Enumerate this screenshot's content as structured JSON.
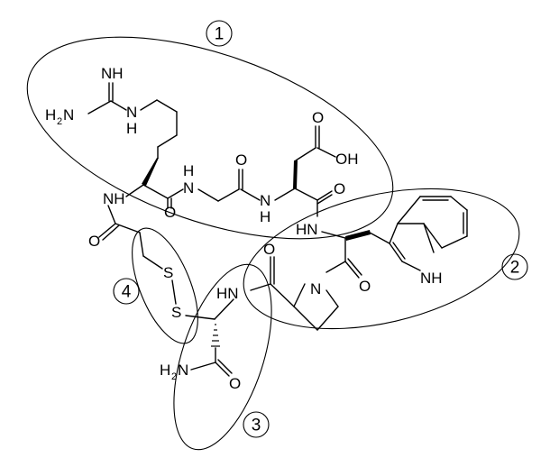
{
  "region_labels": [
    "1",
    "2",
    "3",
    "4"
  ],
  "atoms": {
    "nh": "NH",
    "hn": "HN",
    "h": "H",
    "n": "N",
    "o": "O",
    "oh": "OH",
    "s": "S",
    "h2n_h": "H",
    "h2n_2": "2",
    "h2n_n": "N"
  },
  "colors": {
    "ink": "#000000",
    "background": "#ffffff"
  }
}
